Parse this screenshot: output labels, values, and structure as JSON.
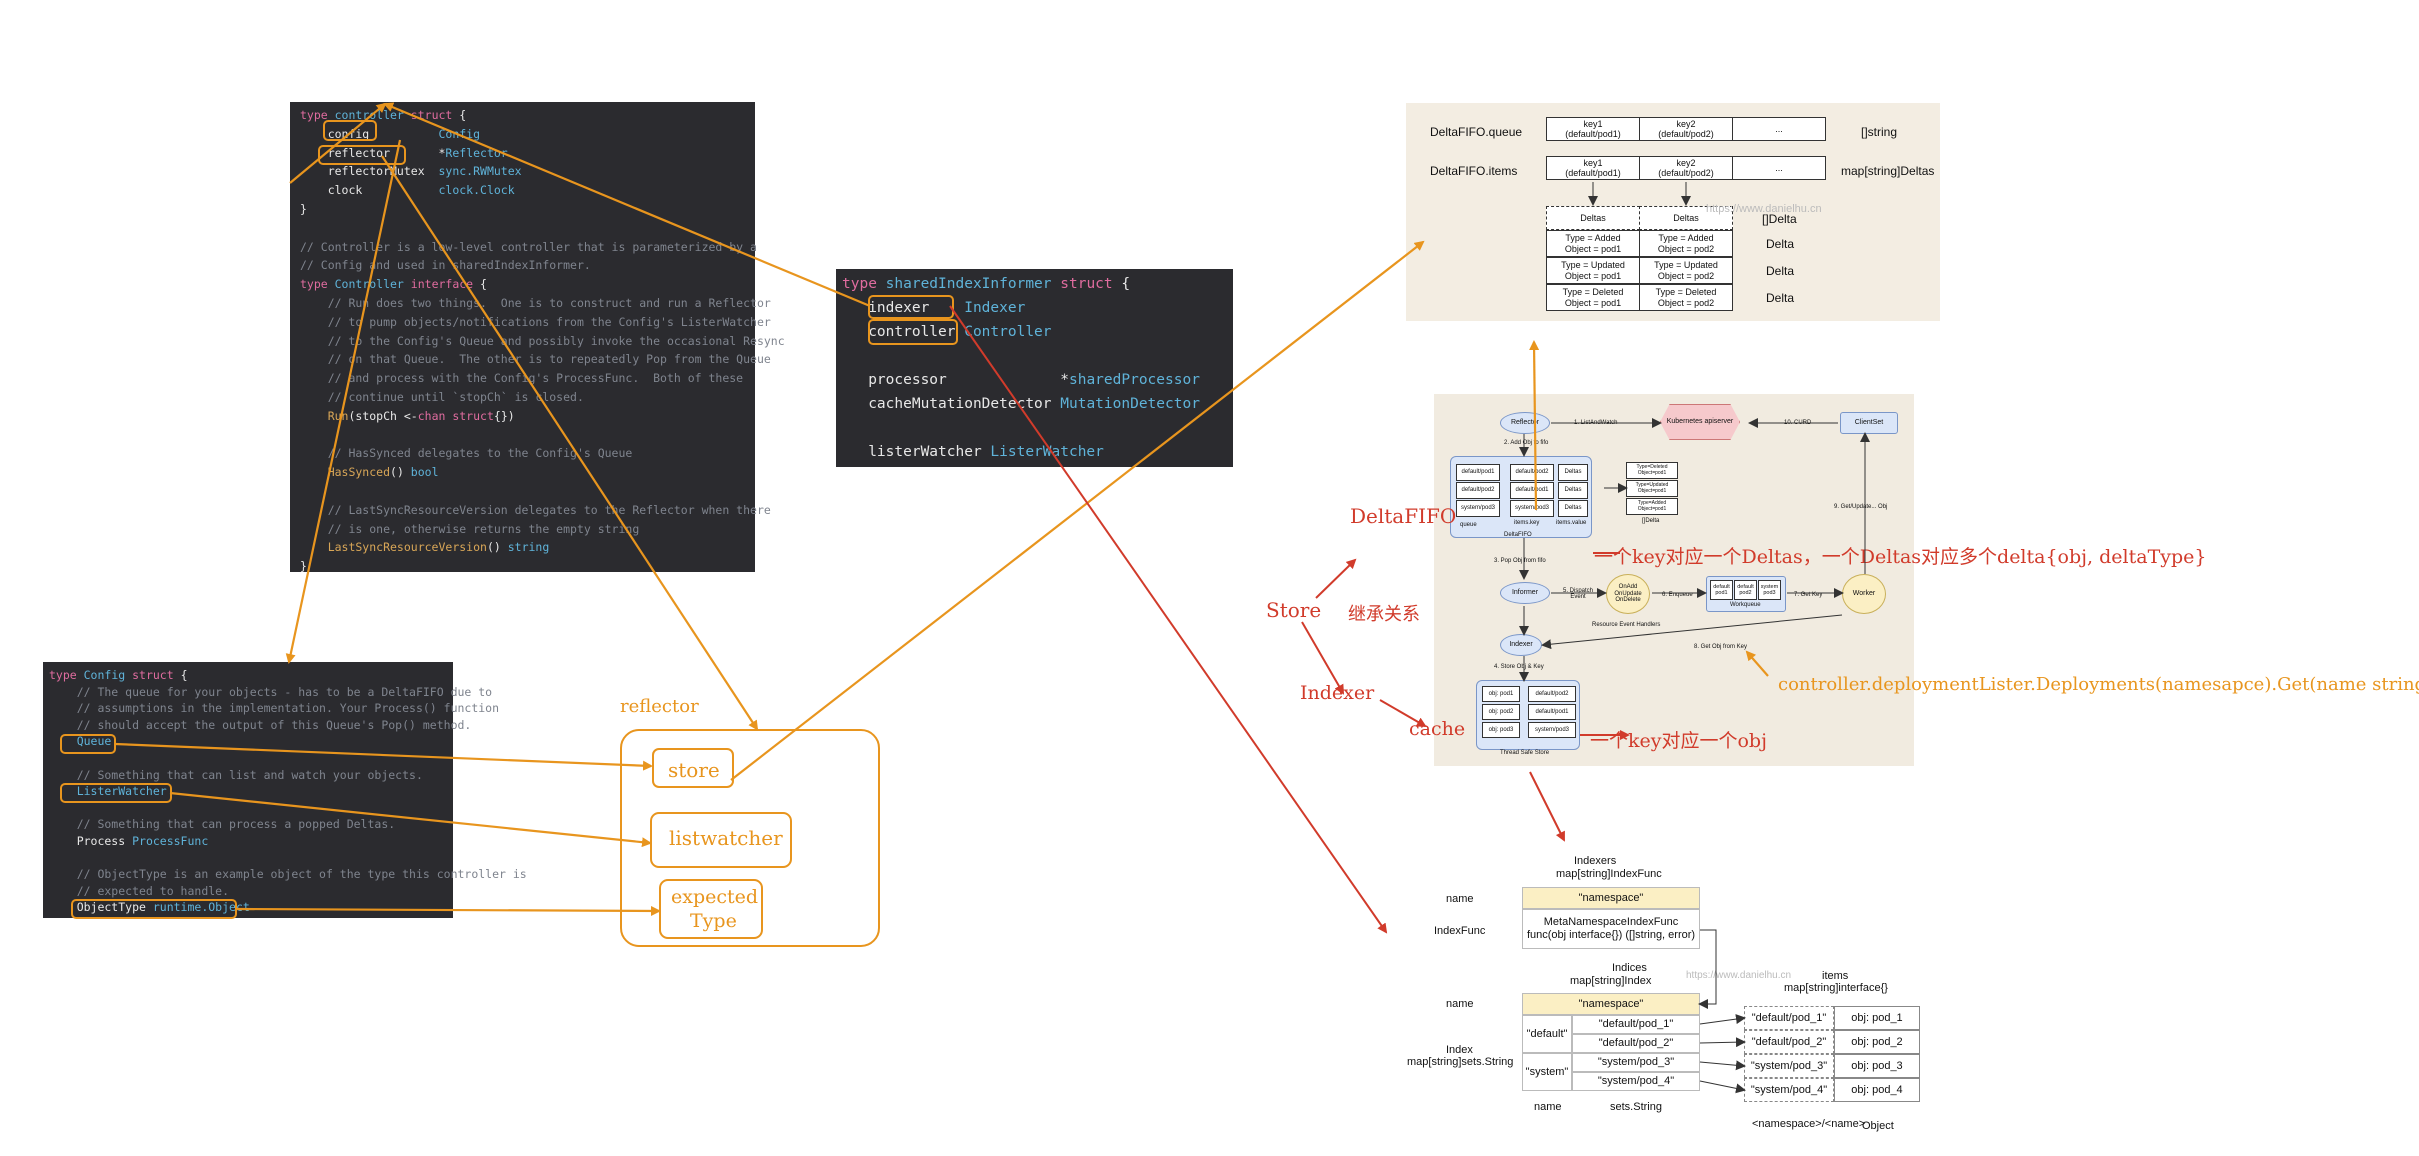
{
  "controller_code": {
    "lines": [
      [
        [
          "kw",
          "type "
        ],
        [
          "ty",
          "controller "
        ],
        [
          "kw",
          "struct"
        ],
        [
          "id",
          " {"
        ]
      ],
      [
        [
          "id",
          "    config          "
        ],
        [
          "ty",
          "Config"
        ]
      ],
      [
        [
          "id",
          "    reflector       "
        ],
        [
          "id",
          "*"
        ],
        [
          "ty",
          "Reflector"
        ]
      ],
      [
        [
          "id",
          "    reflectorMutex  "
        ],
        [
          "ty",
          "sync.RWMutex"
        ]
      ],
      [
        [
          "id",
          "    clock           "
        ],
        [
          "ty",
          "clock.Clock"
        ]
      ],
      [
        [
          "id",
          "}"
        ]
      ],
      [
        [
          "id",
          ""
        ]
      ],
      [
        [
          "cm",
          "// Controller is a low-level controller that is parameterized by a"
        ]
      ],
      [
        [
          "cm",
          "// Config and used in sharedIndexInformer."
        ]
      ],
      [
        [
          "kw",
          "type "
        ],
        [
          "ty",
          "Controller "
        ],
        [
          "kw",
          "interface"
        ],
        [
          "id",
          " {"
        ]
      ],
      [
        [
          "cm",
          "    // Run does two things.  One is to construct and run a Reflector"
        ]
      ],
      [
        [
          "cm",
          "    // to pump objects/notifications from the Config's ListerWatcher"
        ]
      ],
      [
        [
          "cm",
          "    // to the Config's Queue and possibly invoke the occasional Resync"
        ]
      ],
      [
        [
          "cm",
          "    // on that Queue.  The other is to repeatedly Pop from the Queue"
        ]
      ],
      [
        [
          "cm",
          "    // and process with the Config's ProcessFunc.  Both of these"
        ]
      ],
      [
        [
          "cm",
          "    // continue until `stopCh` is closed."
        ]
      ],
      [
        [
          "fn",
          "    Run"
        ],
        [
          "id",
          "(stopCh <-"
        ],
        [
          "kw",
          "chan struct"
        ],
        [
          "id",
          "{})"
        ]
      ],
      [
        [
          "id",
          ""
        ]
      ],
      [
        [
          "cm",
          "    // HasSynced delegates to the Config's Queue"
        ]
      ],
      [
        [
          "fn",
          "    HasSynced"
        ],
        [
          "id",
          "() "
        ],
        [
          "ty",
          "bool"
        ]
      ],
      [
        [
          "id",
          ""
        ]
      ],
      [
        [
          "cm",
          "    // LastSyncResourceVersion delegates to the Reflector when there"
        ]
      ],
      [
        [
          "cm",
          "    // is one, otherwise returns the empty string"
        ]
      ],
      [
        [
          "fn",
          "    LastSyncResourceVersion"
        ],
        [
          "id",
          "() "
        ],
        [
          "ty",
          "string"
        ]
      ],
      [
        [
          "id",
          "}"
        ]
      ]
    ]
  },
  "informer_code": {
    "lines": [
      [
        [
          "kw",
          "type "
        ],
        [
          "ty",
          "sharedIndexInformer "
        ],
        [
          "kw",
          "struct"
        ],
        [
          "id",
          " {"
        ]
      ],
      [
        [
          "id",
          "   indexer    "
        ],
        [
          "ty",
          "Indexer"
        ]
      ],
      [
        [
          "id",
          "   controller "
        ],
        [
          "ty",
          "Controller"
        ]
      ],
      [
        [
          "id",
          ""
        ]
      ],
      [
        [
          "id",
          "   processor             "
        ],
        [
          "id",
          "*"
        ],
        [
          "ty",
          "sharedProcessor"
        ]
      ],
      [
        [
          "id",
          "   cacheMutationDetector "
        ],
        [
          "ty",
          "MutationDetector"
        ]
      ],
      [
        [
          "id",
          ""
        ]
      ],
      [
        [
          "id",
          "   listerWatcher "
        ],
        [
          "ty",
          "ListerWatcher"
        ]
      ]
    ]
  },
  "config_code": {
    "lines": [
      [
        [
          "kw",
          "type "
        ],
        [
          "ty",
          "Config "
        ],
        [
          "kw",
          "struct"
        ],
        [
          "id",
          " {"
        ]
      ],
      [
        [
          "cm",
          "    // The queue for your objects - has to be a DeltaFIFO due to"
        ]
      ],
      [
        [
          "cm",
          "    // assumptions in the implementation. Your Process() function"
        ]
      ],
      [
        [
          "cm",
          "    // should accept the output of this Queue's Pop() method."
        ]
      ],
      [
        [
          "ty",
          "    Queue"
        ]
      ],
      [
        [
          "id",
          ""
        ]
      ],
      [
        [
          "cm",
          "    // Something that can list and watch your objects."
        ]
      ],
      [
        [
          "ty",
          "    ListerWatcher"
        ]
      ],
      [
        [
          "id",
          ""
        ]
      ],
      [
        [
          "cm",
          "    // Something that can process a popped Deltas."
        ]
      ],
      [
        [
          "id",
          "    Process "
        ],
        [
          "ty",
          "ProcessFunc"
        ]
      ],
      [
        [
          "id",
          ""
        ]
      ],
      [
        [
          "cm",
          "    // ObjectType is an example object of the type this controller is"
        ]
      ],
      [
        [
          "cm",
          "    // expected to handle."
        ]
      ],
      [
        [
          "id",
          "    ObjectType "
        ],
        [
          "ty",
          "runtime.Object"
        ]
      ]
    ]
  },
  "handwritten": {
    "reflector": "reflector",
    "store": "store",
    "listwatcher": "listwatcher",
    "expected_1": "expected",
    "expected_2": "Type",
    "deltafifo": "DeltaFIFO",
    "store_red": "Store",
    "inherit": "继承关系",
    "indexer": "Indexer",
    "cache": "cache",
    "deltas_note": "一个key对应一个Deltas，一个Deltas对应多个delta{obj, deltaType}",
    "cache_note": "一个key对应一个obj",
    "lister_note": "controller.deploymentLister.Deployments(namesapce).Get(name string)"
  },
  "deltafifo_panel": {
    "queue_label": "DeltaFIFO.queue",
    "items_label": "DeltaFIFO.items",
    "keys": [
      [
        "key1",
        "(default/pod1)"
      ],
      [
        "key2",
        "(default/pod2)"
      ],
      [
        "...",
        ""
      ]
    ],
    "queue_type": "[]string",
    "items_type": "map[string]Deltas",
    "deltas_header": [
      "Deltas",
      "Deltas"
    ],
    "slice_type": "[]Delta",
    "rows": [
      [
        [
          "Type = Added",
          "Object = pod1"
        ],
        [
          "Type = Added",
          "Object = pod2"
        ],
        "Delta"
      ],
      [
        [
          "Type = Updated",
          "Object = pod1"
        ],
        [
          "Type = Updated",
          "Object = pod2"
        ],
        "Delta"
      ],
      [
        [
          "Type = Deleted",
          "Object = pod1"
        ],
        [
          "Type = Deleted",
          "Object = pod2"
        ],
        "Delta"
      ]
    ],
    "watermark": "https://www.danielhu.cn"
  },
  "flow_panel": {
    "reflector": "Reflector",
    "apiserver": "Kubernetes apiserver",
    "clientset": "ClientSet",
    "list_watch": "1. ListAndWatch",
    "crud": "10. CURD",
    "add_obj": "2. Add Obj to fifo",
    "queue_keys": [
      "default/pod1",
      "default/pod2",
      "system/pod3"
    ],
    "queue_values": [
      "default/pod2",
      "default/pod1",
      "system/pod3"
    ],
    "deltas": [
      "Deltas",
      "Deltas",
      "Deltas"
    ],
    "delta_types": [
      "Type=Deleted Object=pod1",
      "Type=Updated Object=pod1",
      "Type=Added Object=pod1"
    ],
    "queue_label": "queue",
    "items_key": "items.key",
    "items_value": "items.value",
    "deltas_slice": "[]Delta",
    "deltafifo_label": "DeltaFIFO",
    "pop": "3. Pop Obj from fifo",
    "informer": "Informer",
    "dispatch": "5. Dispatch Event",
    "handlers": [
      "OnAdd",
      "OnUpdate",
      "OnDelete"
    ],
    "enqueue": "6. Enqueue",
    "workqueue_items": [
      "default pod1",
      "default pod2",
      "system pod3"
    ],
    "workqueue": "Workqueue",
    "get_key": "7. Get Key",
    "worker": "Worker",
    "get_update": "9. Get/Update... Obj",
    "handlers_label": "Resource Event Handlers",
    "indexer": "Indexer",
    "get_obj": "8. Get Obj from Key",
    "store_obj": "4. Store Obj & Key",
    "cache_keys": [
      "obj: pod1",
      "obj: pod2",
      "obj: pod3"
    ],
    "cache_values": [
      "default/pod2",
      "default/pod1",
      "system/pod3"
    ],
    "store_label": "Thread Safe Store"
  },
  "indexers": {
    "indexers_title": "Indexers",
    "indexers_type": "map[string]IndexFunc",
    "name_label": "name",
    "indexfunc_label": "IndexFunc",
    "namespace_key": "\"namespace\"",
    "func_name": "MetaNamespaceIndexFunc",
    "func_sig": "func(obj interface{}) ([]string, error)",
    "indices_title": "Indices",
    "indices_type": "map[string]Index",
    "items_title": "items",
    "items_type": "map[string]interface{}",
    "index_label": "Index",
    "index_type": "map[string]sets.String",
    "groups": [
      "\"default\"",
      "\"system\""
    ],
    "set_values": [
      "\"default/pod_1\"",
      "\"default/pod_2\"",
      "\"system/pod_3\"",
      "\"system/pod_4\""
    ],
    "item_keys": [
      "\"default/pod_1\"",
      "\"default/pod_2\"",
      "\"system/pod_3\"",
      "\"system/pod_4\""
    ],
    "item_objs": [
      "obj: pod_1",
      "obj: pod_2",
      "obj: pod_3",
      "obj: pod_4"
    ],
    "col_name": "name",
    "col_sets": "sets.String",
    "col_key": "<namespace>/<name>",
    "col_obj": "Object",
    "watermark": "https://www.danielhu.cn"
  }
}
